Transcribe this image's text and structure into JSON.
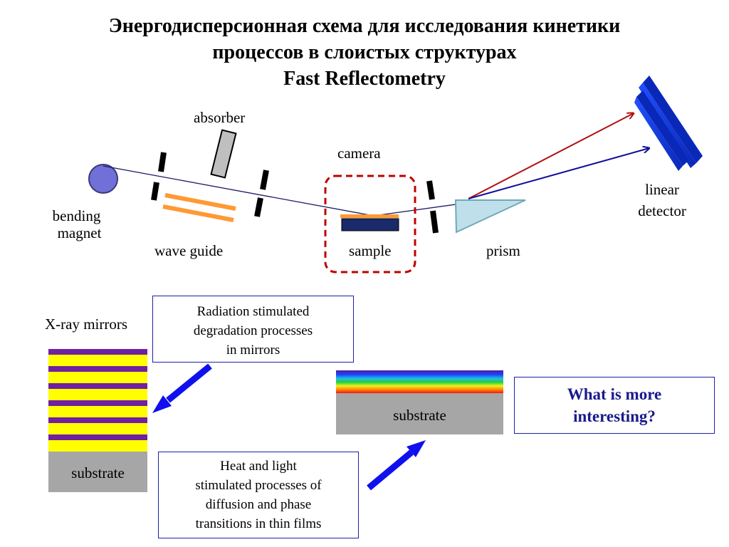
{
  "title": {
    "line1": "Энергодисперсионная схема для исследования кинетики",
    "line2": "процессов в слоистых структурах",
    "line3": "Fast Reflectometry"
  },
  "labels": {
    "absorber": "absorber",
    "camera": "camera",
    "bending1": "bending",
    "bending2": "magnet",
    "wave_guide": "wave guide",
    "sample": "sample",
    "prism": "prism",
    "linear1": "linear",
    "linear2": "detector",
    "xray_mirrors": "X-ray mirrors",
    "substrate_left": "substrate",
    "substrate_right": "substrate"
  },
  "boxes": {
    "radiation": [
      "Radiation stimulated",
      "degradation processes",
      "in mirrors"
    ],
    "heat": [
      "Heat and light",
      "stimulated processes of",
      "diffusion and phase",
      "transitions in thin films"
    ],
    "question": [
      "What is more",
      "interesting?"
    ]
  },
  "colors": {
    "beam_red": "#b01010",
    "beam_blue": "#10109a",
    "arrow_blue": "#1010ee",
    "mirror_yellow": "#ffff00",
    "mirror_purple": "#7020a0",
    "substrate_gray": "#a6a6a6",
    "camera_dash": "#c00000",
    "prism": "#bfe0ea",
    "magnet": "#7070d8",
    "wave_guide": "#ff9933"
  }
}
